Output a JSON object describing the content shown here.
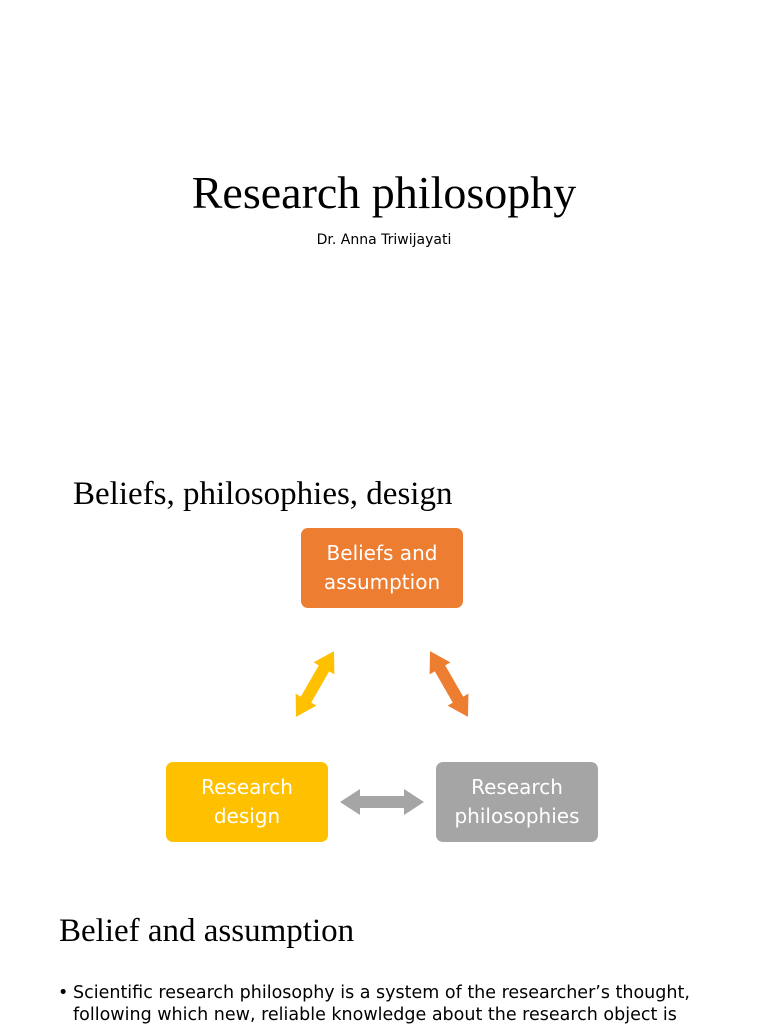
{
  "slide1": {
    "title": "Research philosophy",
    "author": "Dr. Anna Triwijayati"
  },
  "slide2": {
    "title": "Beliefs, philosophies, design",
    "boxes": {
      "beliefs": {
        "line1": "Beliefs and",
        "line2": "assumption",
        "color": "#ED7D31"
      },
      "design": {
        "line1": "Research",
        "line2": "design",
        "color": "#FFC000"
      },
      "philosophies": {
        "line1": "Research",
        "line2": "philosophies",
        "color": "#A5A5A5"
      }
    },
    "arrow_colors": {
      "left": "#FFC000",
      "right": "#ED7D31",
      "bottom": "#A5A5A5"
    }
  },
  "slide3": {
    "title": "Belief and assumption",
    "bullets": [
      {
        "marker": "•",
        "line1": "Scientific research philosophy is a system of the researcher’s thought,",
        "line2": "following which new, reliable knowledge about the research object is"
      }
    ]
  }
}
